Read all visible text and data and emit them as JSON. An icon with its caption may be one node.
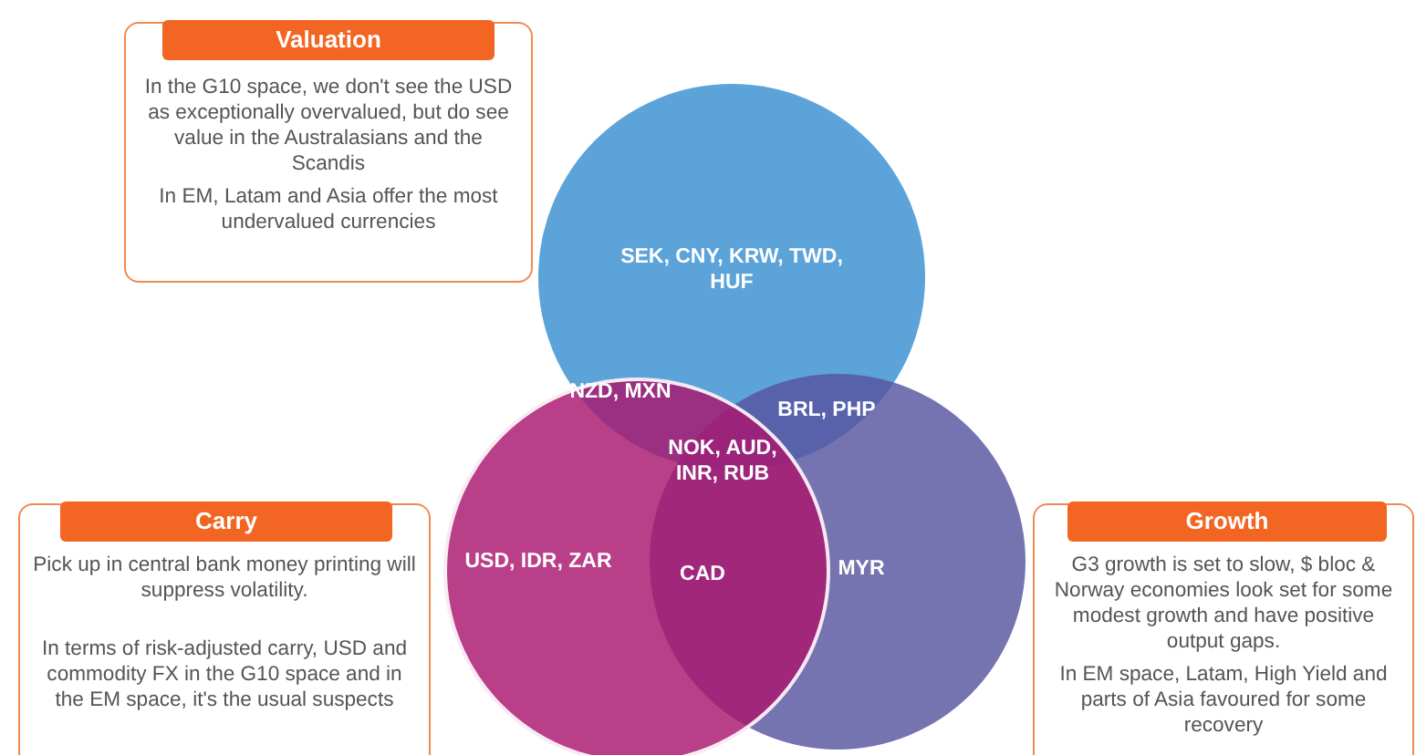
{
  "diagram": {
    "nodes": [
      {
        "text": [
          "Valuation",
          "In the G10 space, we don't see the USD as exceptionally overvalued, but do see value in the Australasians and the Scandis",
          "In EM, Latam and Asia offer the most undervalued currencies"
        ]
      },
      {
        "text": [
          "SEK, CNY, KRW, TWD, HUF"
        ]
      },
      {
        "text": [
          "USD, IDR, ZAR"
        ]
      },
      {
        "text": [
          "MYR"
        ]
      },
      {
        "text": [
          "Carry",
          "Pick up in central bank money printing will suppress volatility.",
          "In terms of risk-adjusted carry, USD and commodity FX in the G10 space and in the EM space, it's the usual suspects"
        ]
      },
      {
        "text": [
          "Growth",
          "G3 growth is set to slow, $ bloc & Norway economies look set for some modest growth and have positive output gaps.",
          "In EM space, Latam, High Yield and parts of Asia favoured for some recovery"
        ]
      }
    ],
    "edges": [],
    "labels": [
      "NZD, MXN",
      "BRL, PHP",
      "NOK, AUD, INR, RUB",
      "CAD"
    ]
  }
}
